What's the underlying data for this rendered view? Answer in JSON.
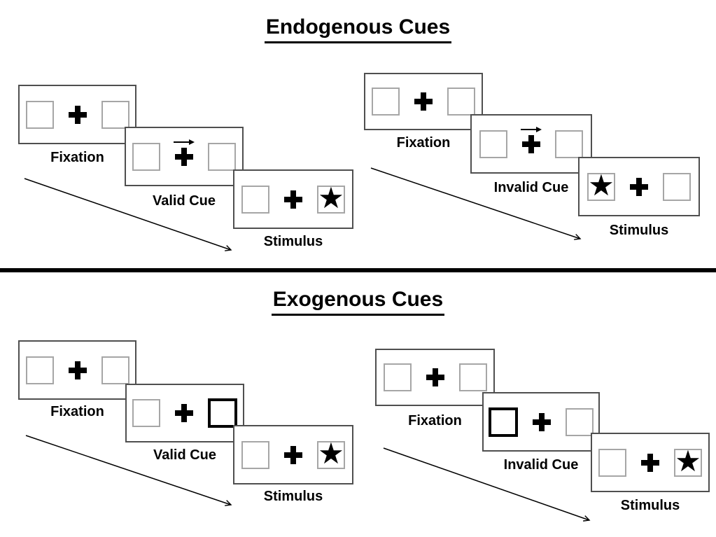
{
  "diagram": {
    "sections": [
      {
        "title": "Endogenous Cues",
        "cue_style": "central arrow above fixation cross",
        "panels": [
          {
            "name": "valid",
            "cue_direction": "right",
            "target_side": "right",
            "cards": [
              {
                "label": "Fixation"
              },
              {
                "label": "Valid Cue"
              },
              {
                "label": "Stimulus"
              }
            ]
          },
          {
            "name": "invalid",
            "cue_direction": "right",
            "target_side": "left",
            "cards": [
              {
                "label": "Fixation"
              },
              {
                "label": "Invalid Cue"
              },
              {
                "label": "Stimulus"
              }
            ]
          }
        ]
      },
      {
        "title": "Exogenous Cues",
        "cue_style": "peripheral bold box outline",
        "panels": [
          {
            "name": "valid",
            "cue_side": "right",
            "target_side": "right",
            "cards": [
              {
                "label": "Fixation"
              },
              {
                "label": "Valid Cue"
              },
              {
                "label": "Stimulus"
              }
            ]
          },
          {
            "name": "invalid",
            "cue_side": "left",
            "target_side": "right",
            "cards": [
              {
                "label": "Fixation"
              },
              {
                "label": "Invalid Cue"
              },
              {
                "label": "Stimulus"
              }
            ]
          }
        ]
      }
    ]
  },
  "icons": {
    "star": "★",
    "fixation_cross": "plus-cross",
    "cue_arrow": "right-arrow",
    "timeline_arrow": "diagonal-down-right-arrow"
  },
  "colors": {
    "background": "#ffffff",
    "ink": "#000000",
    "card_border": "#4f4f4f",
    "box_border": "#a6a6a6"
  }
}
